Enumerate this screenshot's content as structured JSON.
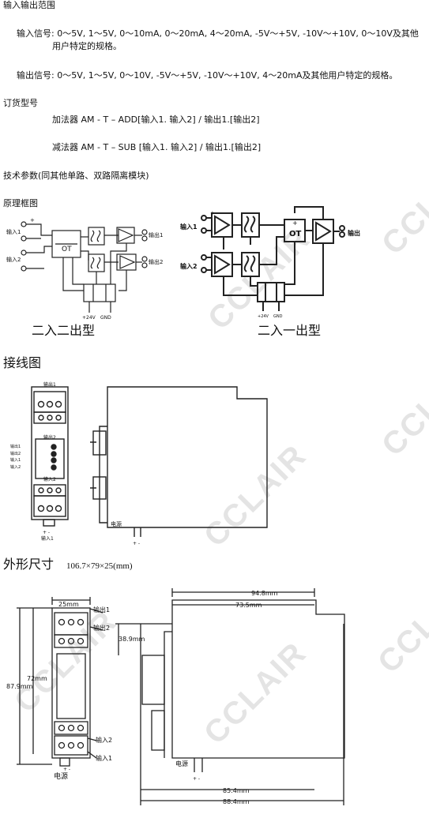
{
  "section_range": {
    "title": "输入输出范围",
    "input_label": "输入信号: 0～5V, 1～5V, 0～10mA, 0～20mA, 4～20mA, -5V～+5V, -10V～+10V, 0～10V及其他",
    "input_label_cont": "用户特定的规格。",
    "output_label": "输出信号: 0～5V, 1～5V, 0～10V, -5V～+5V, -10V～+10V, 4～20mA及其他用户特定的规格。"
  },
  "section_order": {
    "title": "订货型号",
    "adder": "加法器  AM - T – ADD[输入1. 输入2] / 输出1.[输出2]",
    "subtractor": "减法器  AM - T – SUB [输入1. 输入2] / 输出1.[输出2]"
  },
  "section_params": {
    "title": "技术参数(同其他单路、双路隔离模块)"
  },
  "section_block": {
    "title": "原理框图",
    "left_caption": "二入二出型",
    "right_caption": "二入一出型",
    "left": {
      "in1": "输入1",
      "in2": "输入2",
      "out1": "输出1",
      "out2": "输出2",
      "op": "OT",
      "power": "+24V",
      "gnd": "GND"
    },
    "right": {
      "in1": "输入1",
      "in2": "输入2",
      "out": "输出",
      "op": "OT",
      "power": "+24V",
      "gnd": "GND"
    }
  },
  "section_wiring": {
    "title": "接线图",
    "top_label": "输出1",
    "mid_label": "输出2",
    "bottom_label": "输入2",
    "footer_label": "输入1",
    "leds": [
      "输出1",
      "输出2",
      "输入1",
      "输入2"
    ],
    "power": "电源",
    "pm": "+ -"
  },
  "section_dims": {
    "title": "外形尺寸",
    "size": "106.7×79×25(mm)",
    "width": "25mm",
    "height_outer": "87.9mm",
    "height_inner": "72mm",
    "out1": "输出1",
    "out2": "输出2",
    "in2": "输入2",
    "in1": "输入1",
    "power_left": "电源",
    "power_right": "电源",
    "depth1": "94.8mm",
    "depth2": "73.5mm",
    "rail": "38.9mm",
    "bottom1": "85.4mm",
    "bottom2": "88.4mm",
    "pm": "+ -"
  },
  "watermark": "CCLAIR"
}
